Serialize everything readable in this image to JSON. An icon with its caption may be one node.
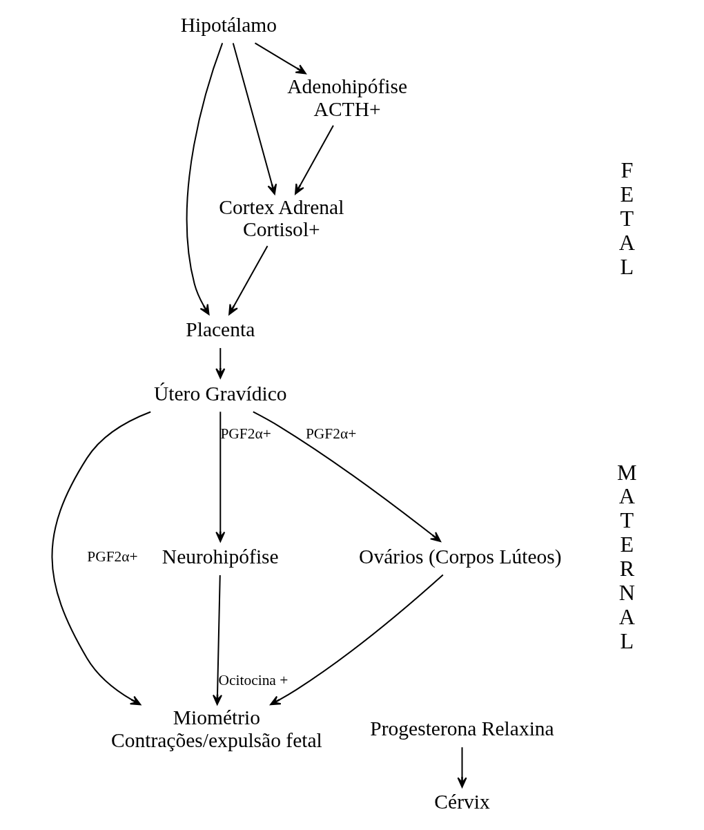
{
  "diagram": {
    "nodes": [
      {
        "text": [
          "Hipotálamo"
        ]
      },
      {
        "text": [
          "Adenohipófise",
          "ACTH+"
        ]
      },
      {
        "text": [
          "Cortex Adrenal",
          "Cortisol+"
        ]
      },
      {
        "text": [
          "Placenta"
        ]
      },
      {
        "text": [
          "Útero Gravídico"
        ]
      },
      {
        "text": [
          "Neurohipófise"
        ]
      },
      {
        "text": [
          "Ovários (Corpos Lúteos)"
        ]
      },
      {
        "text": [
          "Progesterona Relaxina"
        ]
      },
      {
        "text": [
          "Cérvix"
        ]
      },
      {
        "text": [
          "Miométrio",
          "Contrações/expulsão fetal"
        ]
      }
    ],
    "edges": [
      {
        "from": 0,
        "to": 1,
        "arrow": "to"
      },
      {
        "from": 1,
        "to": 2,
        "arrow": "to"
      },
      {
        "from": 2,
        "to": 3,
        "arrow": "to"
      },
      {
        "from": 0,
        "to": 2,
        "arrow": "to"
      },
      {
        "from": 0,
        "to": 3,
        "arrow": "to"
      },
      {
        "from": 3,
        "to": 4,
        "arrow": "to"
      },
      {
        "from": 4,
        "to": 5,
        "arrow": "to",
        "label": "PGF2α+"
      },
      {
        "from": 4,
        "to": 9,
        "arrow": "to",
        "label": "PGF2α+"
      },
      {
        "from": 4,
        "to": 6,
        "arrow": "to",
        "label": "PGF2α+"
      },
      {
        "from": 5,
        "to": 9,
        "arrow": "to",
        "label": "Ocitocina +"
      },
      {
        "from": 6,
        "to": 9,
        "arrow": "to"
      },
      {
        "from": 7,
        "to": 8,
        "arrow": "to"
      }
    ],
    "labels": [
      "FETAL",
      "MATERNAL"
    ]
  }
}
